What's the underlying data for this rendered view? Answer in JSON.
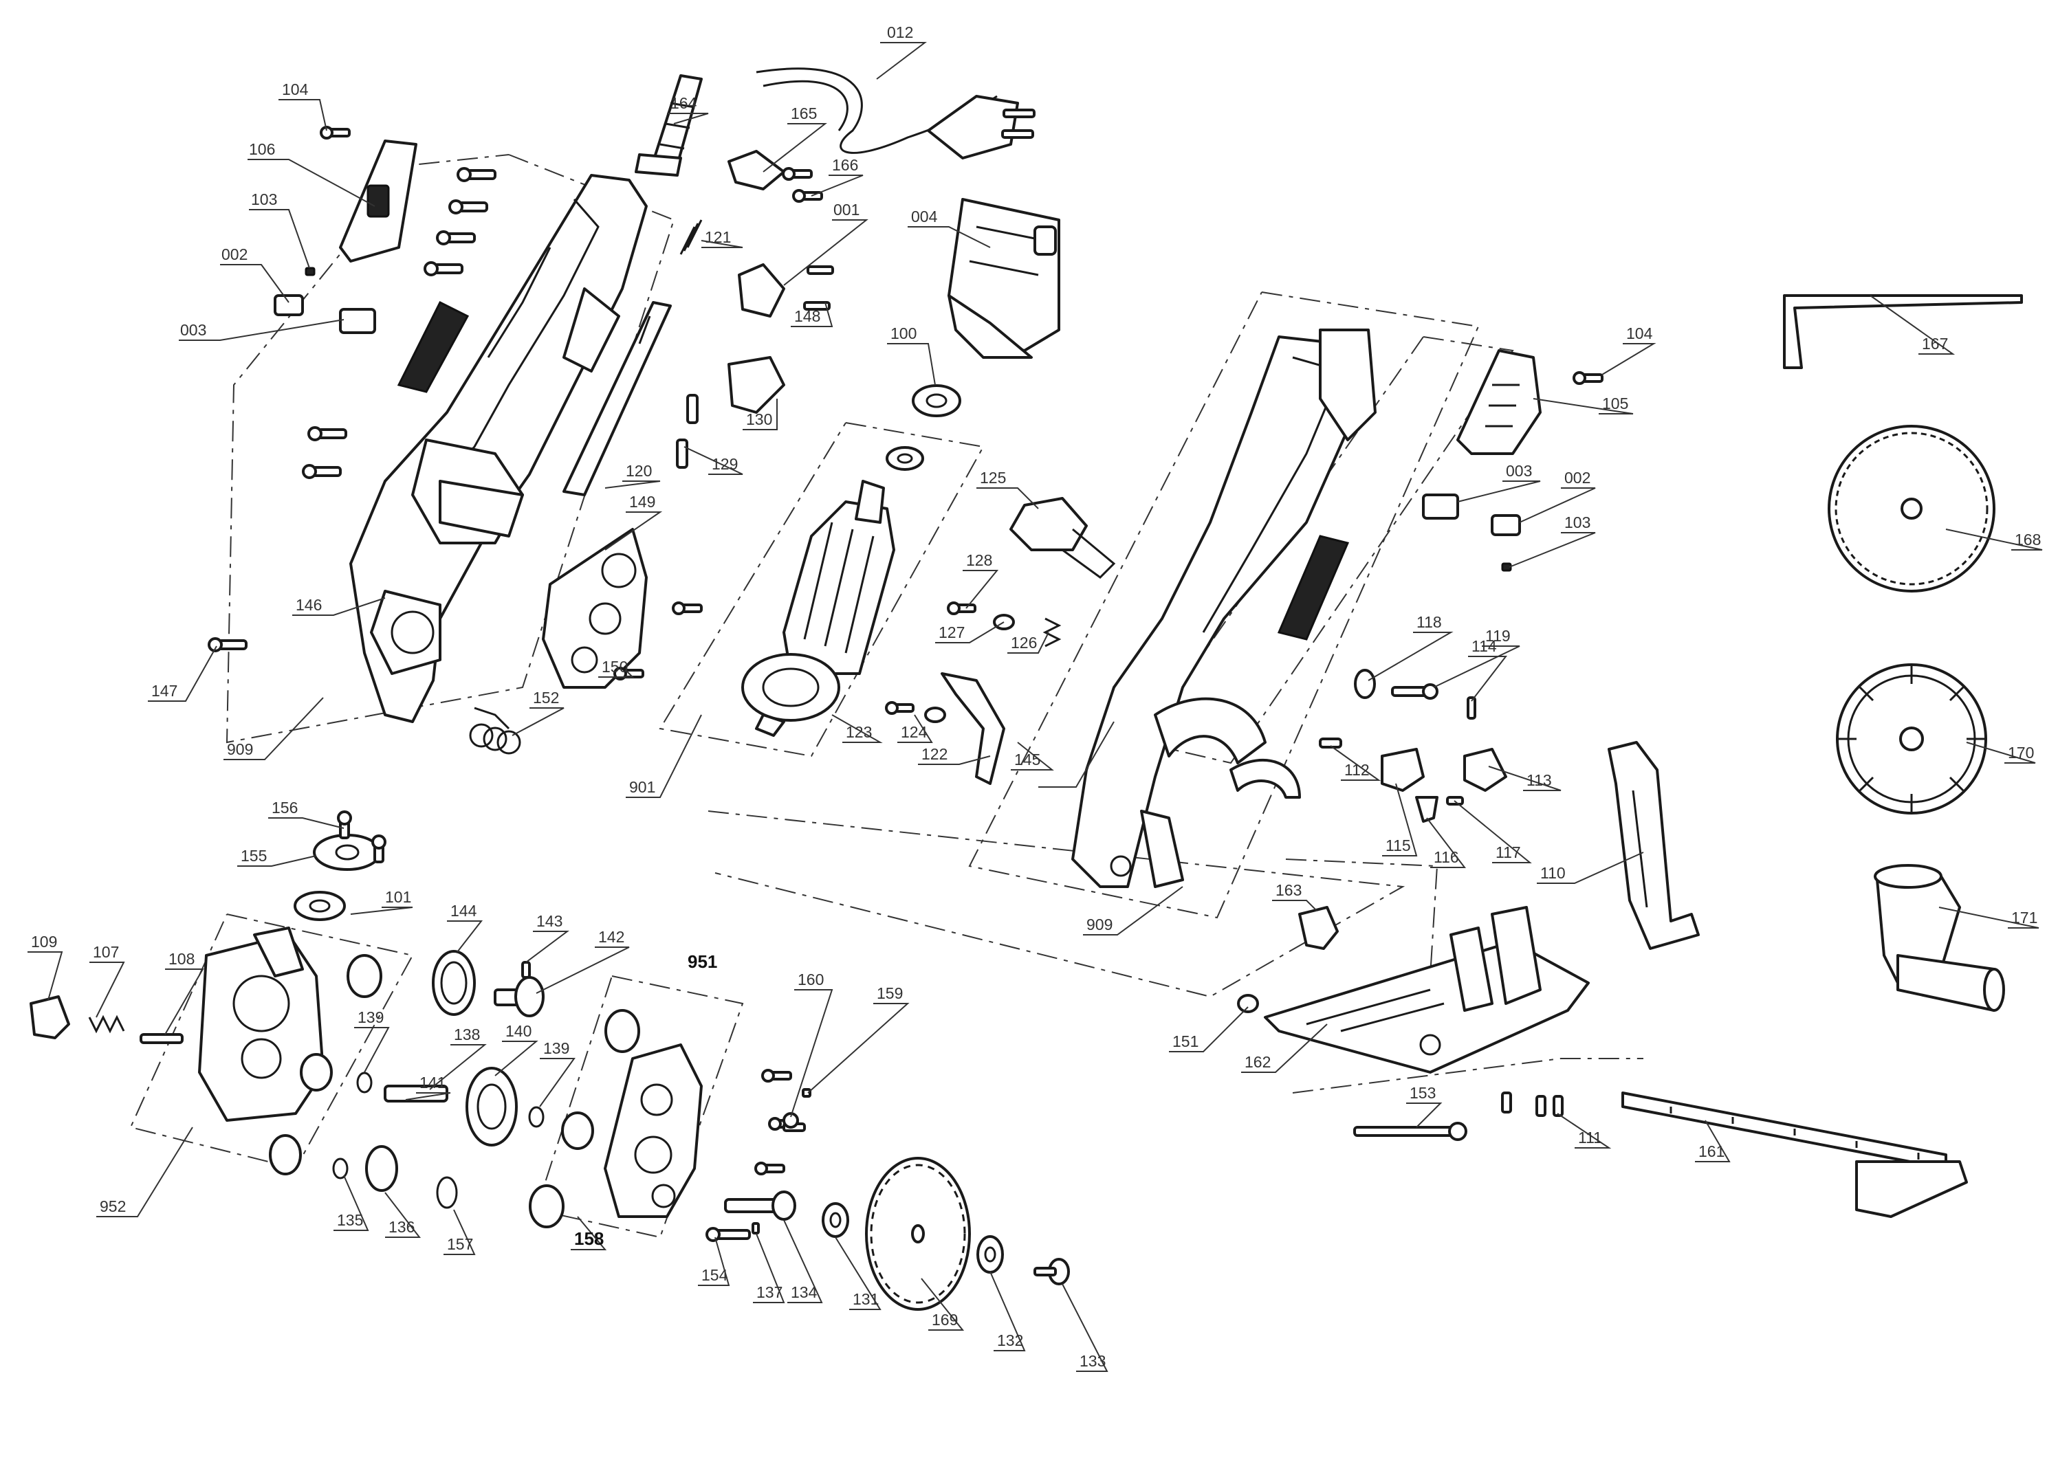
{
  "diagram": {
    "labels": {
      "p012": "012",
      "p104a": "104",
      "p164": "164",
      "p165": "165",
      "p166": "166",
      "p106": "106",
      "p001": "001",
      "p103a": "103",
      "p121": "121",
      "p002a": "002",
      "p148": "148",
      "p003a": "003",
      "p004": "004",
      "p130": "130",
      "p100": "100",
      "p129": "129",
      "p120": "120",
      "p149": "149",
      "p125": "125",
      "p146": "146",
      "p128": "128",
      "p127": "127",
      "p126": "126",
      "p150": "150",
      "p147": "147",
      "p152": "152",
      "p909a": "909",
      "p901": "901",
      "p123": "123",
      "p124": "124",
      "p122": "122",
      "p145": "145",
      "p104b": "104",
      "p105": "105",
      "p003b": "003",
      "p002b": "002",
      "p103b": "103",
      "p118": "118",
      "p119": "119",
      "p114": "114",
      "p112": "112",
      "p113": "113",
      "p115": "115",
      "p116": "116",
      "p117": "117",
      "p110": "110",
      "p909b": "909",
      "p167": "167",
      "p168": "168",
      "p170": "170",
      "p171": "171",
      "p156": "156",
      "p155": "155",
      "p101": "101",
      "p109": "109",
      "p107": "107",
      "p108": "108",
      "p144": "144",
      "p143": "143",
      "p142": "142",
      "p951": "951",
      "p160": "160",
      "p159": "159",
      "p139a": "139",
      "p138": "138",
      "p140": "140",
      "p139b": "139",
      "p141": "141",
      "p952": "952",
      "p135": "135",
      "p136": "136",
      "p157": "157",
      "p158": "158",
      "p154": "154",
      "p137": "137",
      "p134": "134",
      "p131": "131",
      "p169": "169",
      "p132": "132",
      "p133": "133",
      "p163": "163",
      "p151": "151",
      "p162": "162",
      "p153": "153",
      "p111": "111",
      "p161": "161"
    }
  }
}
